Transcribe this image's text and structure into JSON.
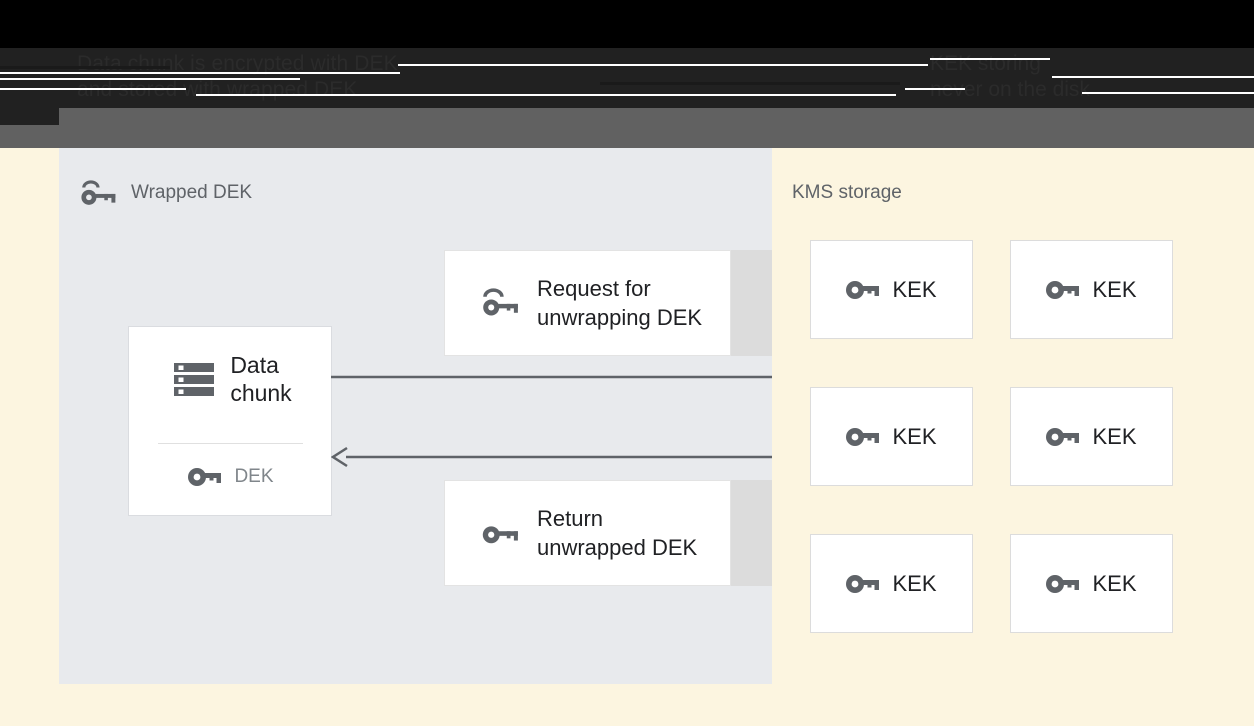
{
  "header": {
    "caption_left": "Data chunk is encrypted with DEK\nand stored with wrapped DEK",
    "caption_right": "KEK storing\nnever on the disk"
  },
  "storage_panel": {
    "title": "Wrapped DEK",
    "title_icon": "wrapped-key-icon",
    "background_color": "#e8eaed",
    "data_chunk_card": {
      "icon": "storage-icon",
      "label": "Data\nchunk",
      "dek": {
        "icon": "key-icon",
        "label": "DEK"
      }
    },
    "messages": [
      {
        "id": "request",
        "icon": "wrapped-key-icon",
        "label": "Request for\nunwrapping DEK"
      },
      {
        "id": "return",
        "icon": "key-icon",
        "label": "Return\nunwrapped DEK"
      }
    ],
    "arrows": [
      {
        "id": "arrow-request-right",
        "direction": "right"
      },
      {
        "id": "arrow-return-left",
        "direction": "left"
      }
    ]
  },
  "kms_panel": {
    "title": "KMS storage",
    "background_color": "#fcf5e0",
    "keys": [
      {
        "icon": "key-icon",
        "label": "KEK"
      },
      {
        "icon": "key-icon",
        "label": "KEK"
      },
      {
        "icon": "key-icon",
        "label": "KEK"
      },
      {
        "icon": "key-icon",
        "label": "KEK"
      },
      {
        "icon": "key-icon",
        "label": "KEK"
      },
      {
        "icon": "key-icon",
        "label": "KEK"
      }
    ]
  },
  "colors": {
    "panel_gray": "#e8eaed",
    "panel_cream": "#fcf5e0",
    "shadow_gray": "#dcdcdc",
    "text_dark": "#202124",
    "text_muted": "#5f6368",
    "header_black": "#000000",
    "header_dark": "#212121",
    "subheader_gray": "#616161"
  }
}
